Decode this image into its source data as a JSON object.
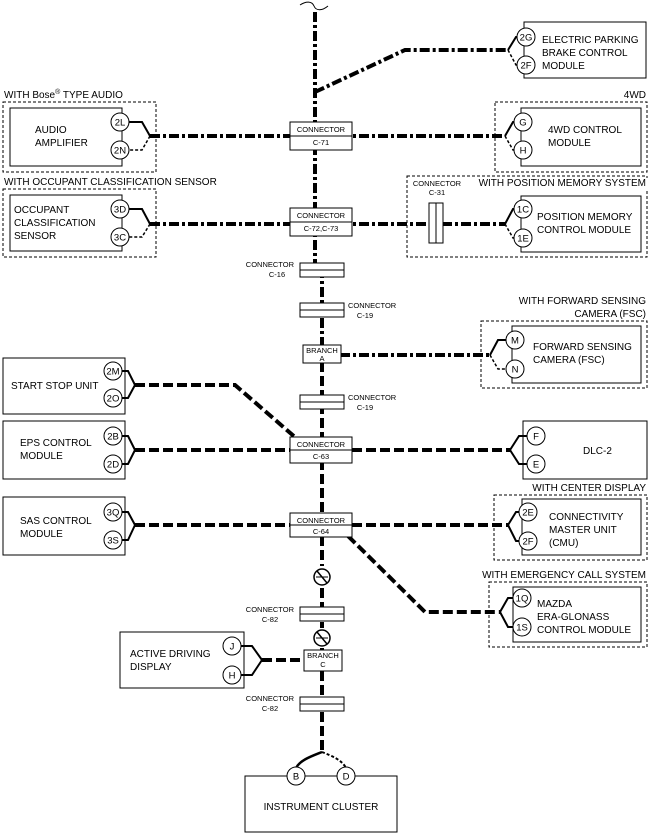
{
  "modules": {
    "epb": [
      "ELECTRIC PARKING",
      "BRAKE CONTROL",
      "MODULE"
    ],
    "audio": [
      "AUDIO",
      "AMPLIFIER"
    ],
    "fwd4": [
      "4WD CONTROL",
      "MODULE"
    ],
    "ocs": [
      "OCCUPANT",
      "CLASSIFICATION",
      "SENSOR"
    ],
    "posmem": [
      "POSITION MEMORY",
      "CONTROL MODULE"
    ],
    "fsc": [
      "FORWARD SENSING",
      "CAMERA (FSC)"
    ],
    "ssu": [
      "START STOP UNIT"
    ],
    "eps": [
      "EPS CONTROL",
      "MODULE"
    ],
    "dlc": [
      "DLC-2"
    ],
    "sas": [
      "SAS CONTROL",
      "MODULE"
    ],
    "cmu": [
      "CONNECTIVITY",
      "MASTER UNIT",
      "(CMU)"
    ],
    "era": [
      "MAZDA",
      "ERA-GLONASS",
      "CONTROL MODULE"
    ],
    "add": [
      "ACTIVE DRIVING",
      "DISPLAY"
    ],
    "ic": [
      "INSTRUMENT CLUSTER"
    ]
  },
  "pins": {
    "epb": [
      "2G",
      "2F"
    ],
    "audio": [
      "2L",
      "2N"
    ],
    "fwd4": [
      "G",
      "H"
    ],
    "ocs": [
      "3D",
      "3C"
    ],
    "posmem": [
      "1C",
      "1E"
    ],
    "fsc": [
      "M",
      "N"
    ],
    "ssu": [
      "2M",
      "2O"
    ],
    "eps": [
      "2B",
      "2D"
    ],
    "dlc": [
      "F",
      "E"
    ],
    "sas": [
      "3Q",
      "3S"
    ],
    "cmu": [
      "2E",
      "2F"
    ],
    "era": [
      "1Q",
      "1S"
    ],
    "add": [
      "J",
      "H"
    ],
    "ic": [
      "B",
      "D"
    ]
  },
  "options": {
    "bose_prefix": "WITH Bose",
    "bose_reg": "®",
    "bose_suffix": " TYPE AUDIO",
    "fwd4": "4WD",
    "ocs": "WITH OCCUPANT CLASSIFICATION SENSOR",
    "posmem": "WITH POSITION MEMORY SYSTEM",
    "fsc": [
      "WITH FORWARD SENSING",
      "CAMERA (FSC)"
    ],
    "center_display": "WITH CENTER DISPLAY",
    "ecall": "WITH EMERGENCY CALL SYSTEM"
  },
  "connectors": {
    "c71": [
      "CONNECTOR",
      "C-71"
    ],
    "c72": [
      "CONNECTOR",
      "C-72,C-73"
    ],
    "c31": [
      "CONNECTOR",
      "C-31"
    ],
    "c16": [
      "CONNECTOR",
      "C-16"
    ],
    "c19a": [
      "CONNECTOR",
      "C-19"
    ],
    "branch_a": [
      "BRANCH",
      "A"
    ],
    "c19b": [
      "CONNECTOR",
      "C-19"
    ],
    "c63": [
      "CONNECTOR",
      "C-63"
    ],
    "c64": [
      "CONNECTOR",
      "C-64"
    ],
    "c82a": [
      "CONNECTOR",
      "C-82"
    ],
    "branch_c": [
      "BRANCH",
      "C"
    ],
    "c82b": [
      "CONNECTOR",
      "C-82"
    ]
  }
}
